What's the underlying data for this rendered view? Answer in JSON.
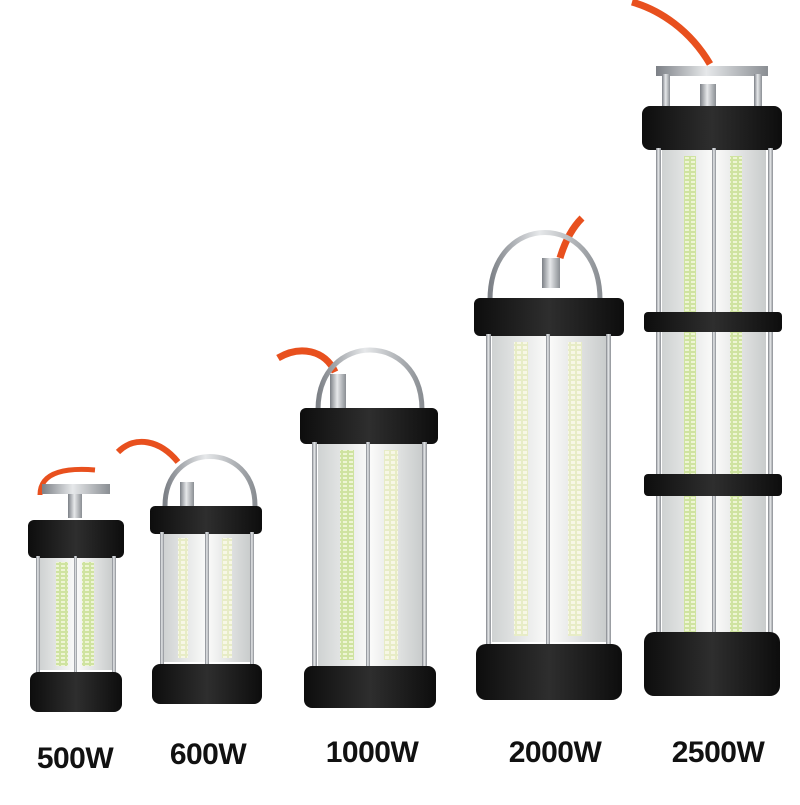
{
  "image": {
    "description_labels": [
      "500W",
      "600W",
      "1000W",
      "2000W",
      "2500W"
    ]
  },
  "products": [
    {
      "label": "500W",
      "cable_color": "#e8501e"
    },
    {
      "label": "600W",
      "cable_color": "#e8501e"
    },
    {
      "label": "1000W",
      "cable_color": "#e8501e"
    },
    {
      "label": "2000W",
      "cable_color": "#e8501e"
    },
    {
      "label": "2500W",
      "cable_color": "#e8501e"
    }
  ],
  "colors": {
    "cap": "#1c1c1c",
    "rod": "#b9bcc0",
    "pcb": "#f2f2f0",
    "led": "#dfe6b8",
    "cable": "#e8501e"
  }
}
